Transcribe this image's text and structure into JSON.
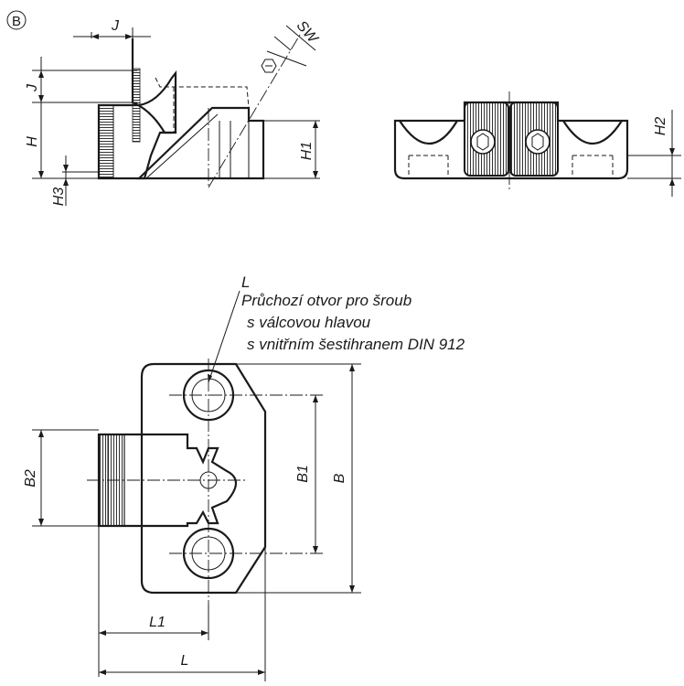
{
  "view_marker": "B",
  "dimensions": {
    "J_top": "J",
    "J_side": "J",
    "SW": "SW",
    "H": "H",
    "H1": "H1",
    "H2": "H2",
    "H3": "H3",
    "B": "B",
    "B1": "B1",
    "B2": "B2",
    "L": "L",
    "L1": "L1"
  },
  "note": {
    "ref": "L",
    "line1": "Průchozí otvor pro šroub",
    "line2": "s válcovou hlavou",
    "line3": "s vnitřním šestihranem DIN 912"
  }
}
